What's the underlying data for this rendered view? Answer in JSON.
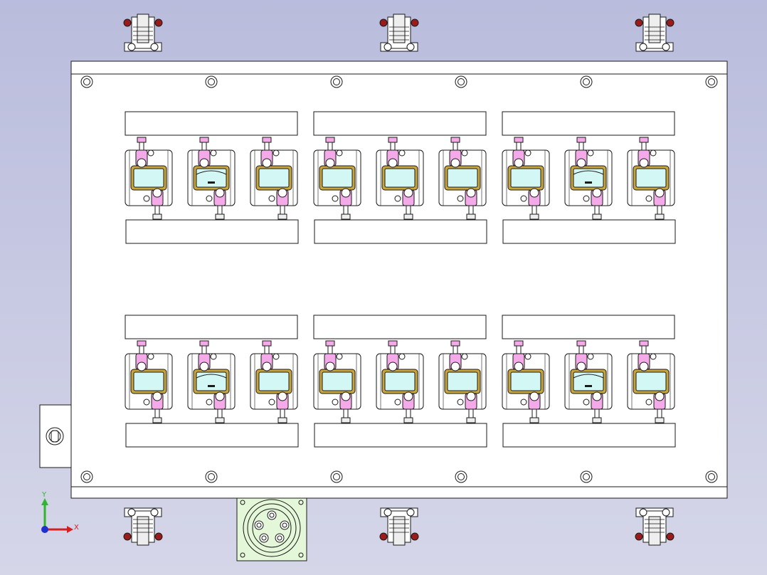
{
  "view": {
    "background_top": "#b9bcdc",
    "background_bottom": "#d5d6e8",
    "line_color": "#1a1a1a",
    "plate_fill": "#ffffff",
    "clamp_fill": "#f4a9e8",
    "frame_fill": "#c8a43a",
    "window_fill": "#d3f7f4",
    "clamp_knob_fill": "#9b1b1b",
    "connector_fill": "#e5f7d9"
  },
  "assembly": {
    "groups": 6,
    "stations_per_group": 3,
    "toggle_clamps": 6,
    "corner_screws": 12
  },
  "triad": {
    "y_label": "Y",
    "x_label": "X",
    "y_color": "#2fb52f",
    "x_color": "#d42020",
    "origin_color": "#1f2fd0"
  }
}
